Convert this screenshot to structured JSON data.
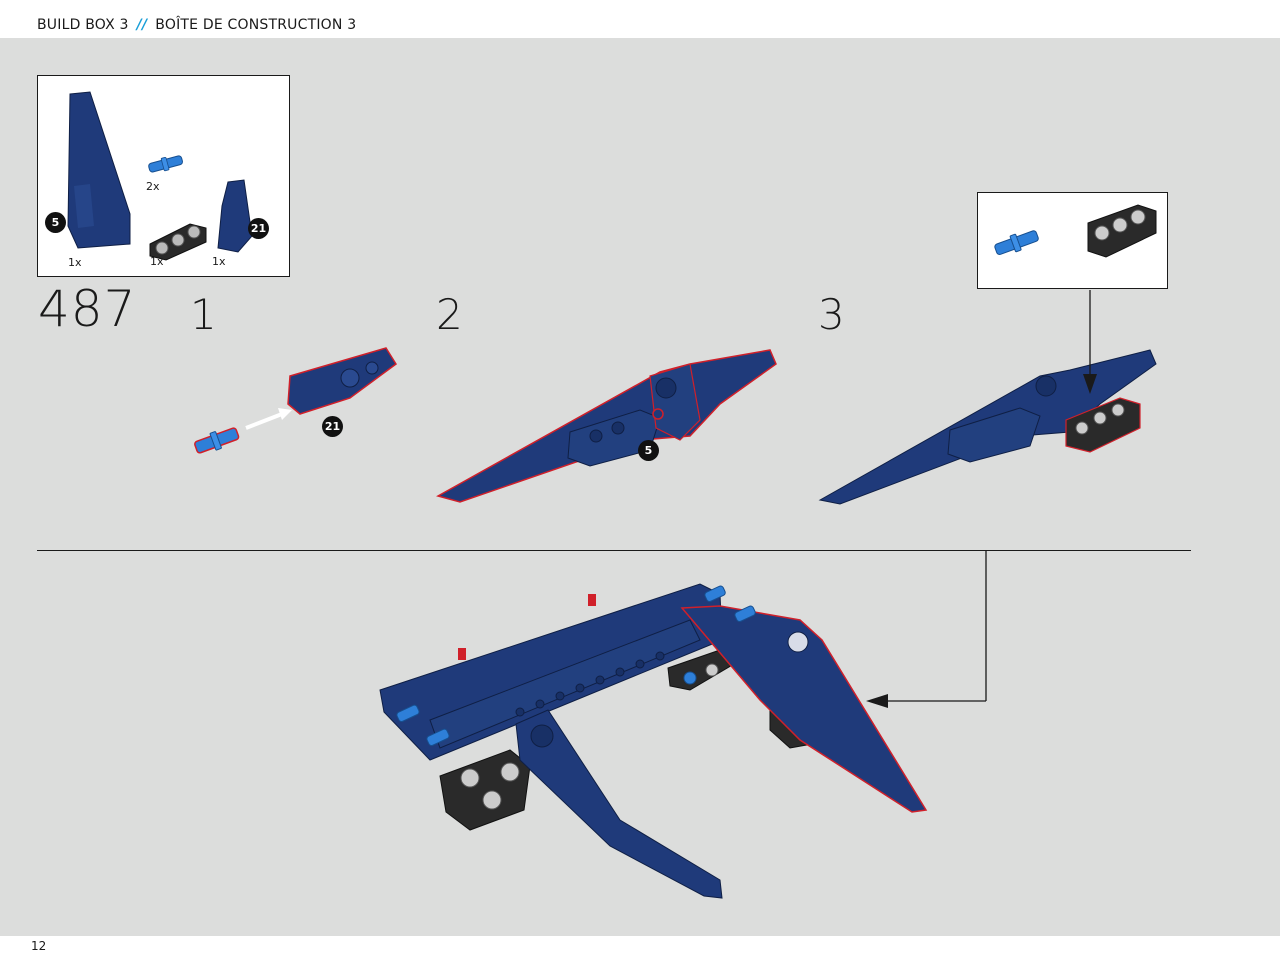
{
  "header": {
    "title_en": "BUILD BOX 3",
    "separator": "//",
    "title_fr": "BOÎTE DE CONSTRUCTION 3"
  },
  "parts_list": {
    "items": [
      {
        "qty": "1x",
        "callout": "5"
      },
      {
        "qty": "2x"
      },
      {
        "qty": "1x"
      },
      {
        "qty": "1x",
        "callout": "21"
      }
    ]
  },
  "step": {
    "number": "487",
    "substeps": [
      {
        "label": "1",
        "callout": "21"
      },
      {
        "label": "2",
        "callout": "5"
      },
      {
        "label": "3"
      }
    ]
  },
  "footer": {
    "page_number": "12"
  },
  "colors": {
    "part_blue": "#1f3a7a",
    "pin_blue": "#2e7fd8",
    "beam_black": "#2a2a2a",
    "highlight_red": "#d0202a",
    "background_gray": "#dcdddc",
    "accent_cyan": "#1a9fd8"
  }
}
